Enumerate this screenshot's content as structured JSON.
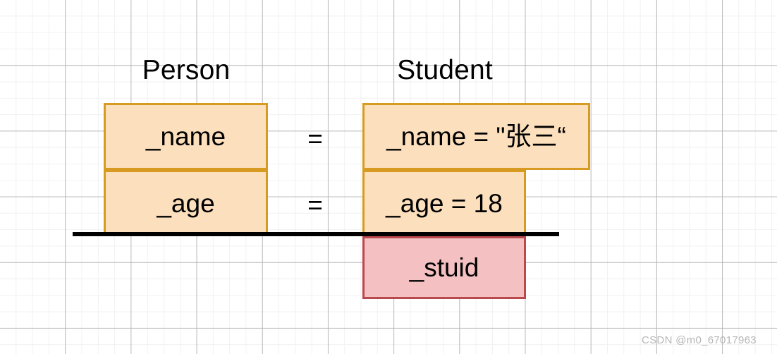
{
  "diagram": {
    "background": "grid-paper",
    "colors": {
      "orange_fill": "#fcdfbd",
      "orange_border": "#d79b21",
      "pink_fill": "#f4c0c2",
      "pink_border": "#b8494d",
      "text": "#000000",
      "grid_minor": "#f1f1f1",
      "grid_major": "#b9b9b9",
      "rule": "#000000",
      "watermark": "#b6b6b6"
    },
    "classes": [
      {
        "name": "person",
        "title": "Person",
        "members": [
          {
            "key": "name",
            "label": "_name",
            "style": "orange"
          },
          {
            "key": "age",
            "label": "_age",
            "style": "orange"
          }
        ]
      },
      {
        "name": "student",
        "title": "Student",
        "members": [
          {
            "key": "name",
            "label": "_name = \"张三“",
            "style": "orange"
          },
          {
            "key": "age",
            "label": "_age = 18",
            "style": "orange"
          },
          {
            "key": "stuid",
            "label": "_stuid",
            "style": "pink"
          }
        ]
      }
    ],
    "relations": [
      {
        "key": "name_eq",
        "label": "="
      },
      {
        "key": "age_eq",
        "label": "="
      }
    ],
    "watermark": "CSDN @m0_67017963"
  }
}
